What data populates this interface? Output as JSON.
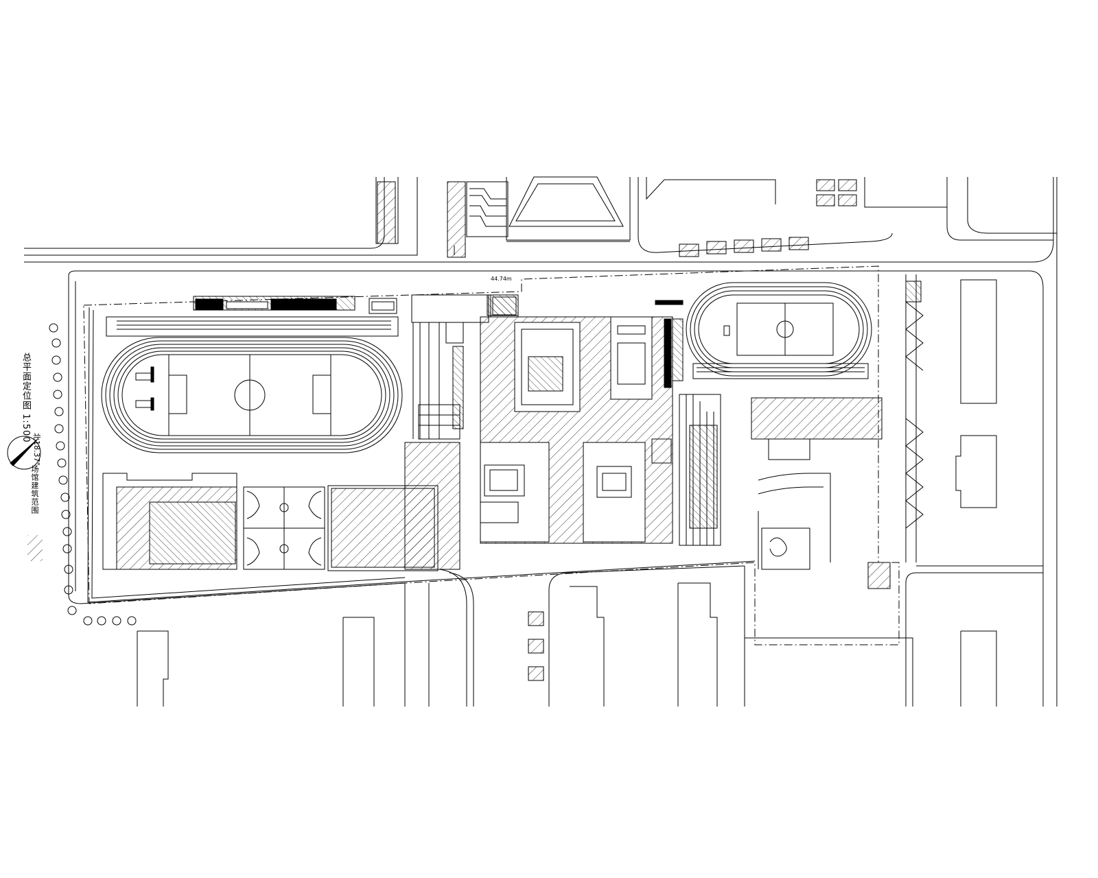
{
  "drawing": {
    "side_title": "总平面定位图 1:500",
    "legend_label": "场馆建筑范围",
    "north_angle": "北18.37°",
    "distance_label": "44.74m"
  },
  "colors": {
    "line": "#000000",
    "background": "#ffffff"
  }
}
